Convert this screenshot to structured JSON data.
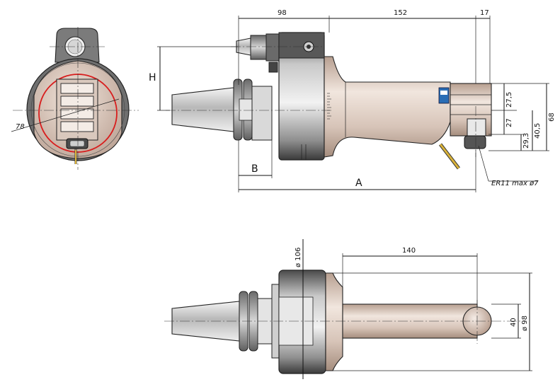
{
  "labels": {
    "top_98": "98",
    "top_152": "152",
    "top_17": "17",
    "letter_H": "H",
    "letter_B": "B",
    "letter_A": "A",
    "d_27_5": "27,5",
    "d_27": "27",
    "d_29_3": "29,3",
    "d_40_5": "40,5",
    "d_68": "68",
    "d_78": "78",
    "collet": "ER11 max ø7",
    "d_106": "ø 106",
    "d_140": "140",
    "d_40": "40",
    "d_98": "ø 98"
  },
  "colors": {
    "metal_light": "#e9ddd4",
    "metal_dark": "#5a5a5a",
    "metal_mid": "#c9b3a6",
    "red_circle": "#d81e1e",
    "logo_blue": "#2a6db5"
  }
}
